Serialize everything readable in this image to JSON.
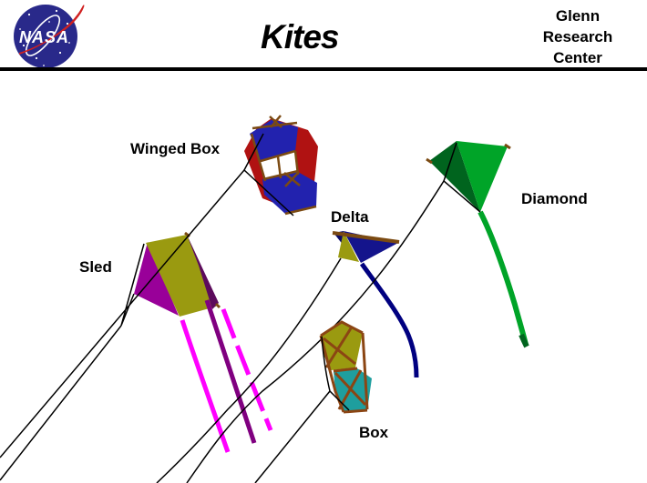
{
  "header": {
    "title": "Kites",
    "logo_text": "NASA",
    "org": {
      "line1": "Glenn",
      "line2": "Research",
      "line3": "Center"
    }
  },
  "labels": {
    "winged_box": "Winged Box",
    "delta": "Delta",
    "diamond": "Diamond",
    "sled": "Sled",
    "box": "Box"
  },
  "colors": {
    "wing_red": "#B01212",
    "cell_blue": "#2222AE",
    "delta_navy": "#14148C",
    "olive": "#9A9A10",
    "teal": "#1E9E9E",
    "sled_purple": "#990099",
    "sled_dark_purple": "#5C0B5C",
    "tail_magenta": "#FF00FF",
    "tail_purple": "#800080",
    "diamond_green": "#00A428",
    "diamond_dark_green": "#00641E",
    "frame_brown": "#7B4A12",
    "nasa_blue": "#29298A",
    "nasa_red": "#D02020",
    "string_black": "#000000"
  }
}
